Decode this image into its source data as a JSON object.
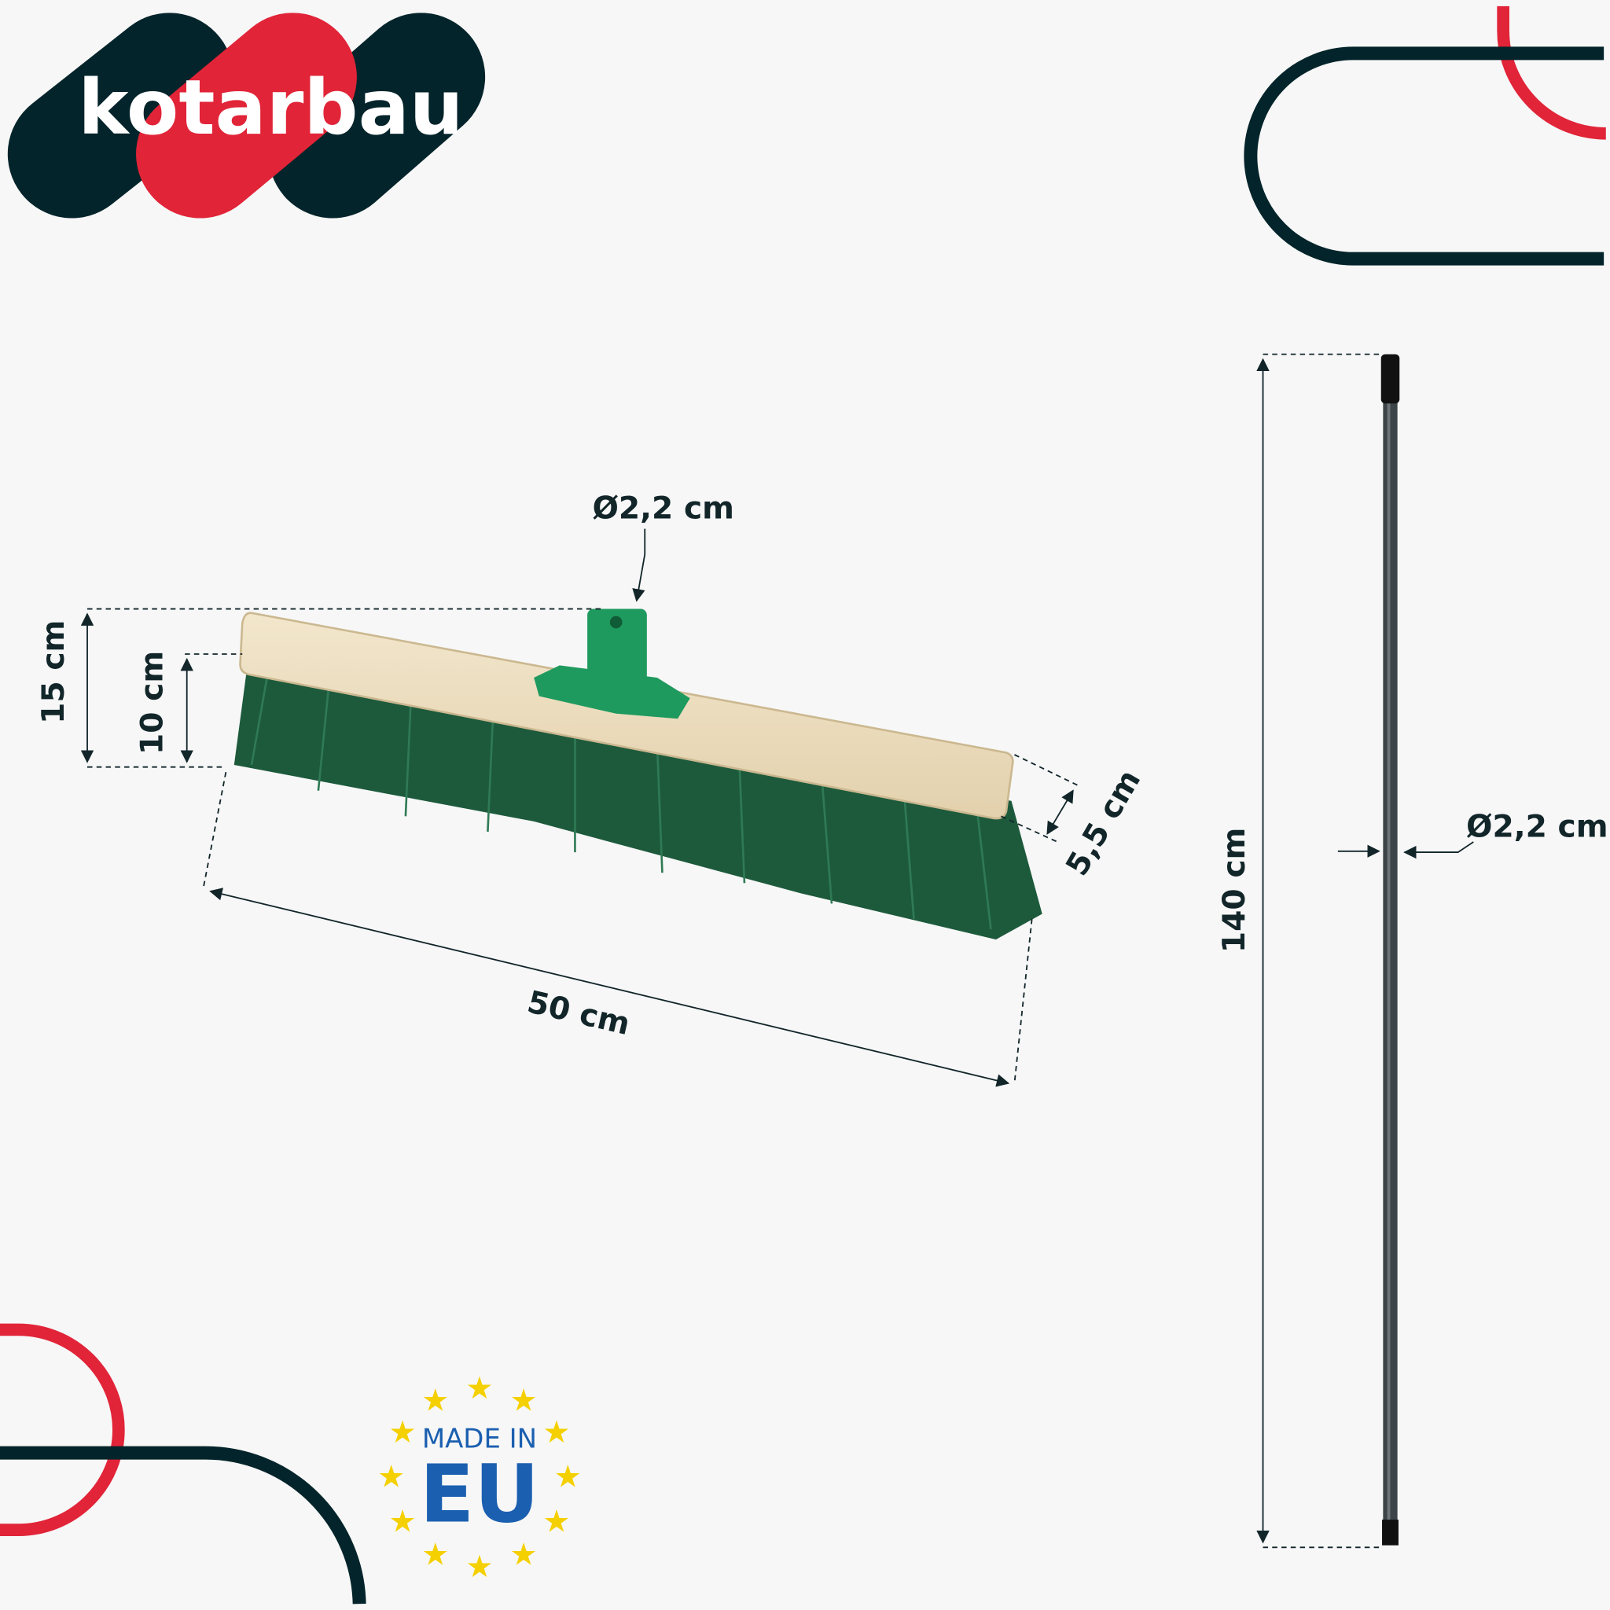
{
  "brand": {
    "name": "kotarbau",
    "dark": "#03242a",
    "red": "#e12438"
  },
  "badge": {
    "line1": "MADE IN",
    "line2": "EU",
    "star_color": "#f5d000",
    "text_color": "#1b5fb0"
  },
  "dimensions": {
    "handle_socket_diameter": "Ø2,2 cm",
    "total_height": "15 cm",
    "bristle_height": "10 cm",
    "width": "50 cm",
    "depth": "5,5 cm",
    "stick_length": "140 cm",
    "stick_diameter": "Ø2,2 cm"
  }
}
